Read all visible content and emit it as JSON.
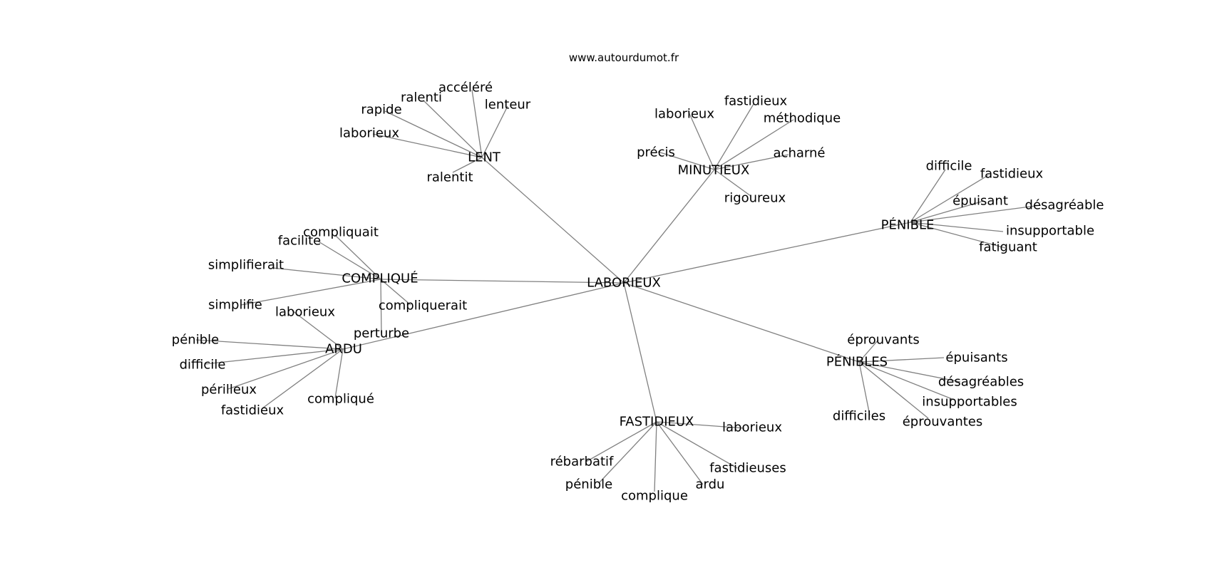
{
  "site_label": "www.autourdumot.fr",
  "graph": {
    "center": "LABORIEUX",
    "edge_color": "#808080",
    "text_color": "#000000",
    "hubs": [
      {
        "id": "lent",
        "label": "LENT",
        "leaves": [
          "accéléré",
          "ralenti",
          "rapide",
          "lenteur",
          "laborieux",
          "ralentit"
        ]
      },
      {
        "id": "minutieux",
        "label": "MINUTIEUX",
        "leaves": [
          "laborieux",
          "fastidieux",
          "méthodique",
          "précis",
          "acharné",
          "rigoureux"
        ]
      },
      {
        "id": "penible",
        "label": "PÉNIBLE",
        "leaves": [
          "difficile",
          "fastidieux",
          "épuisant",
          "désagréable",
          "insupportable",
          "fatiguant"
        ]
      },
      {
        "id": "complique",
        "label": "COMPLIQUÉ",
        "leaves": [
          "facilite",
          "compliquait",
          "simplifierait",
          "simplifie",
          "compliquerait",
          "perturbe"
        ]
      },
      {
        "id": "ardu",
        "label": "ARDU",
        "leaves": [
          "laborieux",
          "pénible",
          "difficile",
          "périlleux",
          "fastidieux",
          "compliqué"
        ]
      },
      {
        "id": "penibles",
        "label": "PÉNIBLES",
        "leaves": [
          "éprouvants",
          "épuisants",
          "désagréables",
          "insupportables",
          "difficiles",
          "éprouvantes"
        ]
      },
      {
        "id": "fastidieux",
        "label": "FASTIDIEUX",
        "leaves": [
          "laborieux",
          "rébarbatif",
          "fastidieuses",
          "pénible",
          "complique",
          "ardu"
        ]
      }
    ]
  }
}
